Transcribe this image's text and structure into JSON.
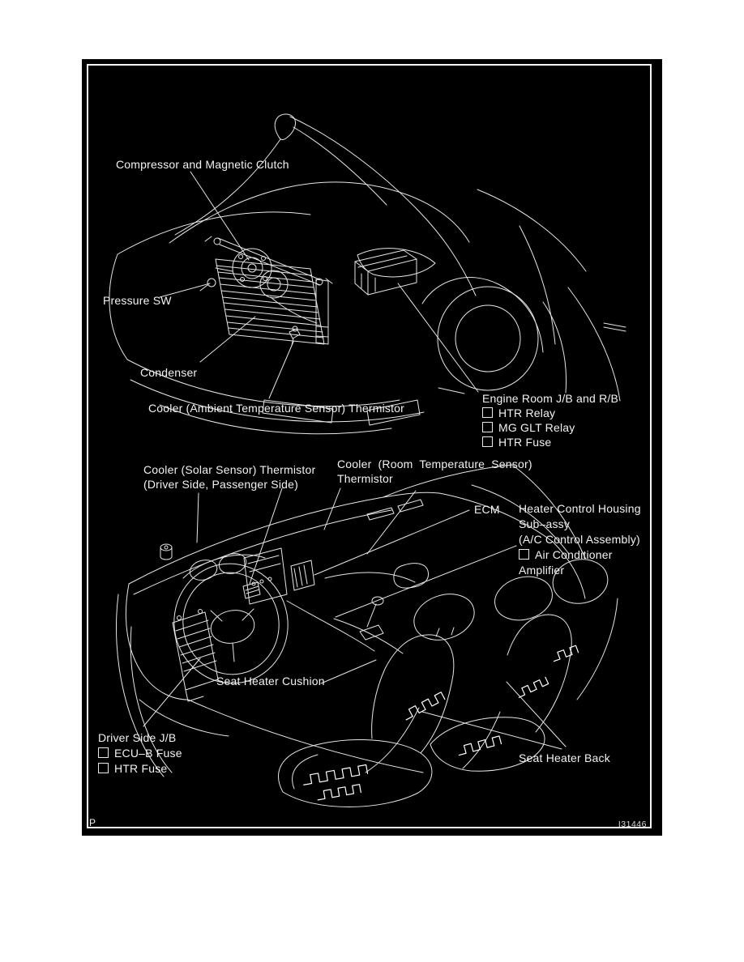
{
  "colors": {
    "page_bg": "#ffffff",
    "figure_bg": "#000000",
    "line": "#e6e6e6",
    "text": "#f2f2f2"
  },
  "page": {
    "corner_mark": "P",
    "figure_code": "I31446"
  },
  "engine_bay": {
    "compressor": "Compressor and Magnetic Clutch",
    "pressure_sw": "Pressure SW",
    "condenser": "Condenser",
    "ambient_thermistor": "Cooler (Ambient Temperature Sensor) Thermistor",
    "jb": {
      "title": "Engine Room J/B and R/B",
      "items": [
        "HTR Relay",
        "MG GLT Relay",
        "HTR Fuse"
      ]
    }
  },
  "cabin": {
    "solar_thermistor": {
      "line1": "Cooler (Solar Sensor) Thermistor",
      "line2": "(Driver Side, Passenger Side)"
    },
    "room_thermistor": {
      "line1": "Cooler (Room Temperature Sensor)",
      "line2": "Thermistor"
    },
    "ecm": "ECM",
    "heater_control": {
      "line1": "Heater Control Housing",
      "line2": "Sub–assy",
      "line3": "(A/C Control Assembly)",
      "item_line1": "Air Conditioner",
      "item_line2": "Amplifier"
    },
    "seat_heater_cushion": "Seat Heater Cushion",
    "driver_jb": {
      "title": "Driver Side J/B",
      "items": [
        "ECU–B Fuse",
        "HTR Fuse"
      ]
    },
    "seat_heater_back": "Seat Heater Back"
  }
}
